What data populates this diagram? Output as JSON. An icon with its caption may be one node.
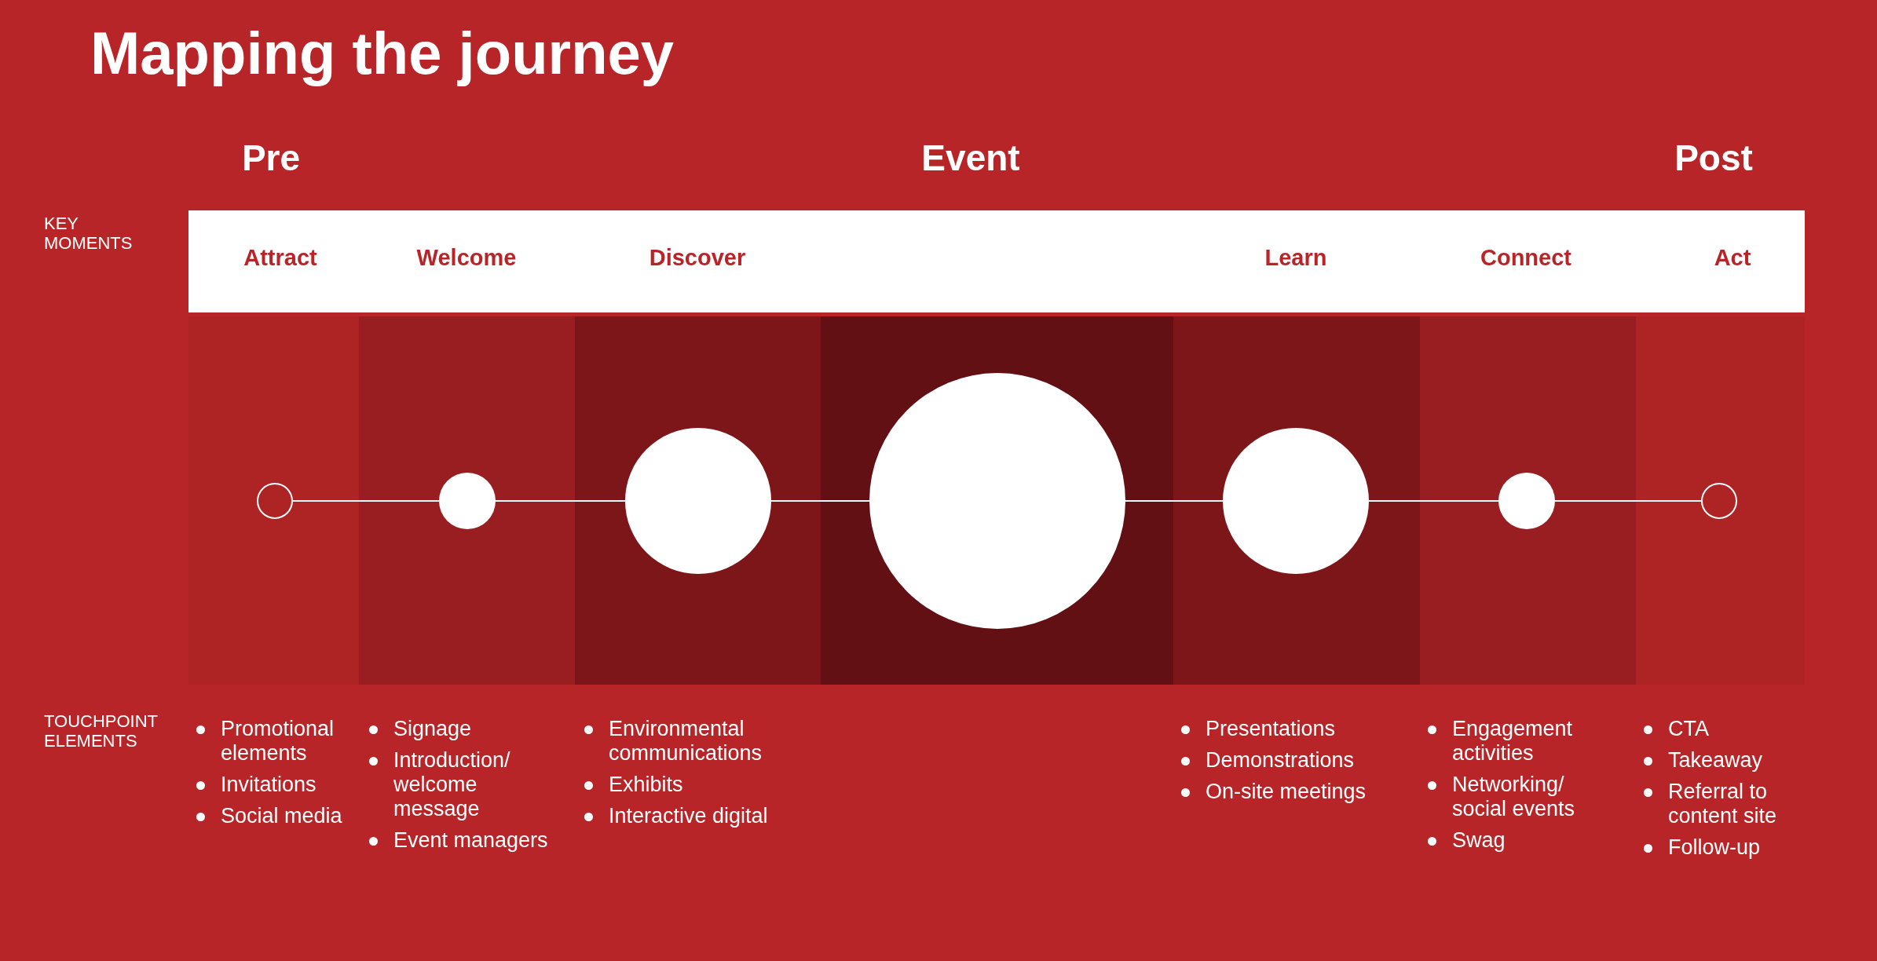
{
  "diagram": {
    "title": "Mapping the journey",
    "nodes": [
      {
        "text": [],
        "shape": "circle"
      },
      {
        "text": [],
        "shape": "circle"
      },
      {
        "text": [],
        "shape": "circle"
      },
      {
        "text": [],
        "shape": "circle"
      },
      {
        "text": [],
        "shape": "circle"
      },
      {
        "text": [],
        "shape": "circle"
      },
      {
        "text": [],
        "shape": "circle"
      }
    ],
    "edges": [
      {
        "from": 0,
        "to": 1,
        "arrow": "none"
      },
      {
        "from": 1,
        "to": 2,
        "arrow": "none"
      },
      {
        "from": 2,
        "to": 3,
        "arrow": "none"
      },
      {
        "from": 3,
        "to": 4,
        "arrow": "none"
      },
      {
        "from": 4,
        "to": 5,
        "arrow": "none"
      },
      {
        "from": 5,
        "to": 6,
        "arrow": "none"
      }
    ],
    "labels": [
      "Pre",
      "Event",
      "Post",
      "KEY MOMENTS",
      "Attract",
      "Welcome",
      "Discover",
      "Learn",
      "Connect",
      "Act",
      "TOUCHPOINT ELEMENTS",
      "Promotional elements",
      "Invitations",
      "Social media",
      "Signage",
      "Introduction/ welcome message",
      "Event managers",
      "Environmental communications",
      "Exhibits",
      "Interactive digital",
      "Presentations",
      "Demonstrations",
      "On-site meetings",
      "Engagement activities",
      "Networking/ social events",
      "Swag",
      "CTA",
      "Takeaway",
      "Referral to content site",
      "Follow-up"
    ]
  }
}
